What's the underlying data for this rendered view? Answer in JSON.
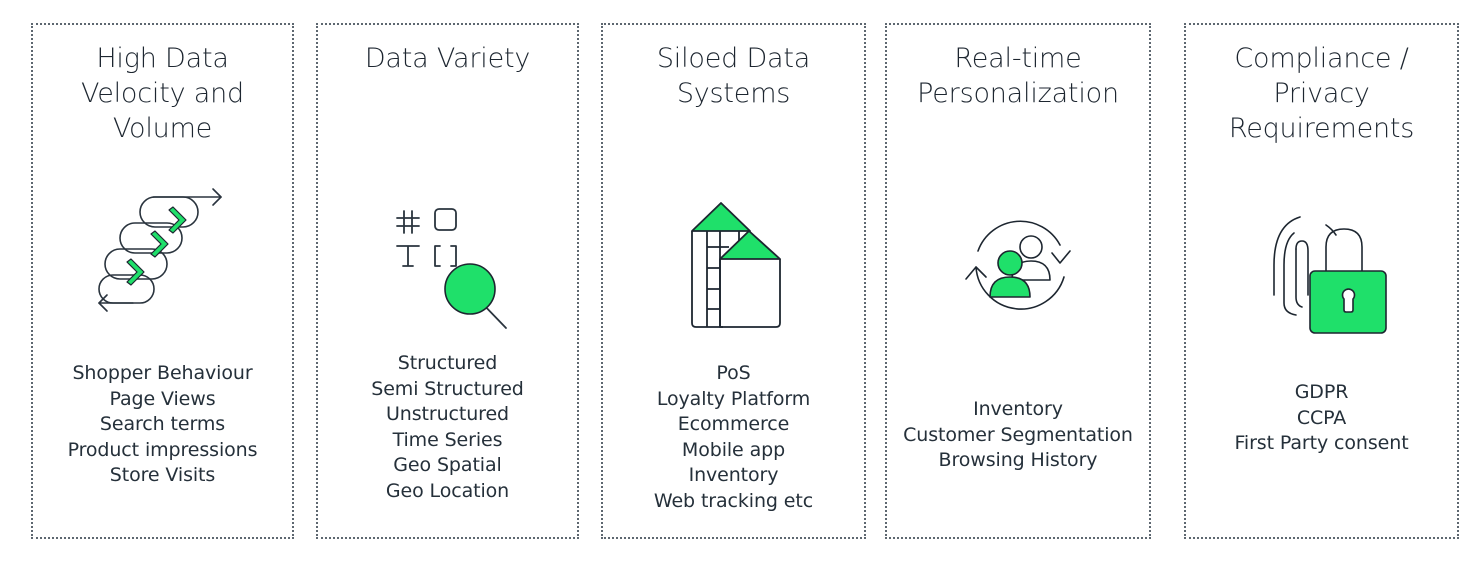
{
  "colors": {
    "accent_green": "#1fe06a",
    "stroke_dark": "#1d2630",
    "text": "#1d2630",
    "border_dotted": "#5d6770"
  },
  "cards": [
    {
      "title_lines": [
        "High Data",
        "Velocity and",
        "Volume"
      ],
      "icon": "data-velocity-arrows-icon",
      "items": [
        "Shopper Behaviour",
        "Page Views",
        "Search terms",
        "Product impressions",
        "Store Visits"
      ]
    },
    {
      "title_lines": [
        "Data Variety"
      ],
      "icon": "data-types-magnifier-icon",
      "items": [
        "Structured",
        "Semi Structured",
        "Unstructured",
        "Time Series",
        "Geo Spatial",
        "Geo Location"
      ]
    },
    {
      "title_lines": [
        "Siloed Data",
        "Systems"
      ],
      "icon": "silo-buildings-icon",
      "items": [
        "PoS",
        "Loyalty Platform",
        "Ecommerce",
        "Mobile app",
        "Inventory",
        "Web tracking etc"
      ]
    },
    {
      "title_lines": [
        "Real-time",
        "Personalization"
      ],
      "icon": "users-refresh-cycle-icon",
      "items": [
        "Inventory",
        "Customer Segmentation",
        "Browsing History"
      ]
    },
    {
      "title_lines": [
        "Compliance /",
        "Privacy",
        "Requirements"
      ],
      "icon": "fingerprint-padlock-icon",
      "items": [
        "GDPR",
        "CCPA",
        "First Party consent"
      ]
    }
  ]
}
